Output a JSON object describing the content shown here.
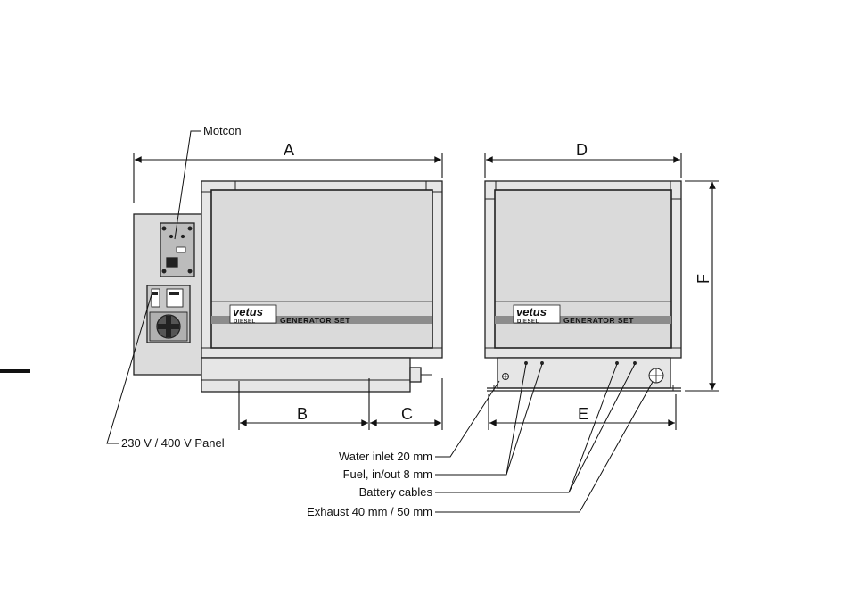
{
  "labels": {
    "motcon": "Motcon",
    "panel": "230 V / 400 V Panel",
    "water_inlet": "Water inlet 20 mm",
    "fuel": "Fuel, in/out 8 mm",
    "battery": "Battery cables",
    "exhaust": "Exhaust 40 mm / 50 mm"
  },
  "dimensions": {
    "a": "A",
    "b": "B",
    "c": "C",
    "d": "D",
    "e": "E",
    "f": "F"
  },
  "branding": {
    "logo_top": "vetus",
    "logo_bottom": "DIESEL",
    "product": "GENERATOR SET"
  },
  "colors": {
    "housing_fill": "#e6e6e6",
    "panel_fill": "#dcdcdc",
    "stripe": "#8c8c8c",
    "line": "#222222"
  }
}
